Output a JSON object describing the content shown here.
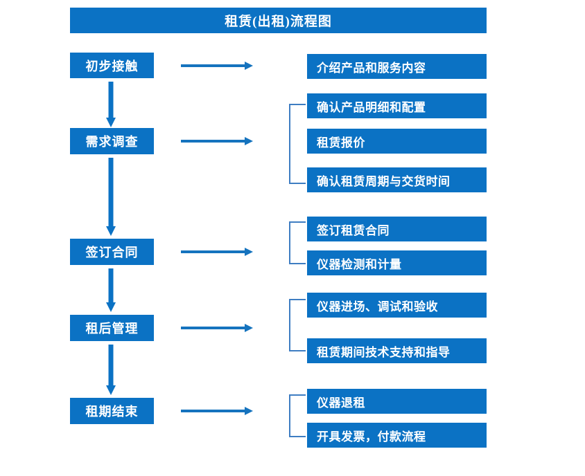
{
  "title": "租赁(出租)流程图",
  "colors": {
    "brand_blue": "#0B72C4",
    "bracket_blue": "#3E7DC2",
    "text_white": "#FFFFFF",
    "background": "#FFFFFF"
  },
  "stages": [
    {
      "id": "initial-contact",
      "label": "初步接触"
    },
    {
      "id": "needs-survey",
      "label": "需求调查"
    },
    {
      "id": "sign-contract",
      "label": "签订合同"
    },
    {
      "id": "post-rent-mgmt",
      "label": "租后管理"
    },
    {
      "id": "rental-end",
      "label": "租期结束"
    }
  ],
  "tasks": [
    {
      "id": "task-1",
      "label": "介绍产品和服务内容"
    },
    {
      "id": "task-2",
      "label": "确认产品明细和配置"
    },
    {
      "id": "task-3",
      "label": "租赁报价"
    },
    {
      "id": "task-4",
      "label": "确认租赁周期与交货时间"
    },
    {
      "id": "task-5",
      "label": "签订租赁合同"
    },
    {
      "id": "task-6",
      "label": "仪器检测和计量"
    },
    {
      "id": "task-7",
      "label": "仪器进场、调试和验收"
    },
    {
      "id": "task-8",
      "label": "租赁期间技术支持和指导"
    },
    {
      "id": "task-9",
      "label": "仪器退租"
    },
    {
      "id": "task-10",
      "label": "开具发票，付款流程"
    }
  ]
}
